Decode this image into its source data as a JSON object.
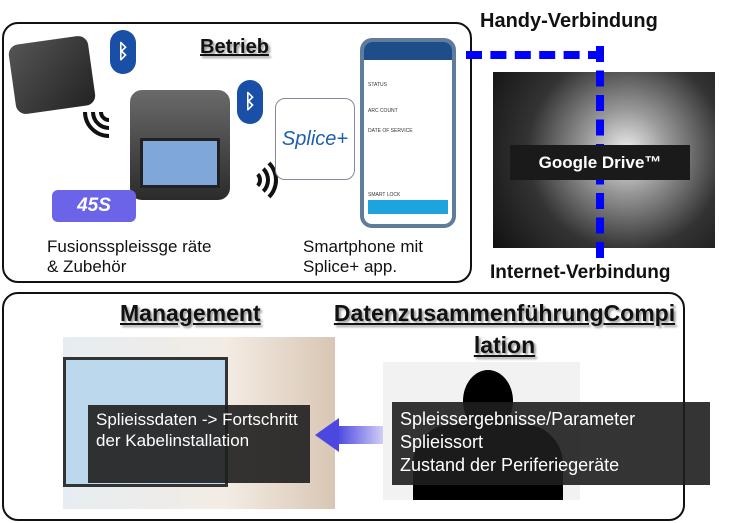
{
  "operation": {
    "title": "Betrieb",
    "badge": "45S",
    "splicer_caption": "Fusionsspleissge räte & Zubehör",
    "app_logo": "Splice+",
    "phone_caption": "Smartphone mit Splice+ app.",
    "phone_screen": {
      "status": "STATUS",
      "arc_count": "ARC COUNT",
      "date_of_service": "DATE OF SERVICE",
      "smart_lock": "SMART LOCK"
    }
  },
  "connections": {
    "mobile": "Handy-Verbindung",
    "internet": "Internet-Verbindung",
    "cloud": "Google Drive™"
  },
  "management": {
    "title": "Management",
    "text": "Splieissdaten -> Fortschritt der Kabelinstallation"
  },
  "compilation": {
    "title": "DatenzusammenführungCompilation",
    "items": [
      "Spleissergebnisse/Parameter",
      "Splieissort",
      "Zustand der Periferiegeräte"
    ]
  },
  "colors": {
    "link": "#0000ff",
    "badge": "#6b63e8",
    "bluetooth": "#1a4fa8"
  }
}
